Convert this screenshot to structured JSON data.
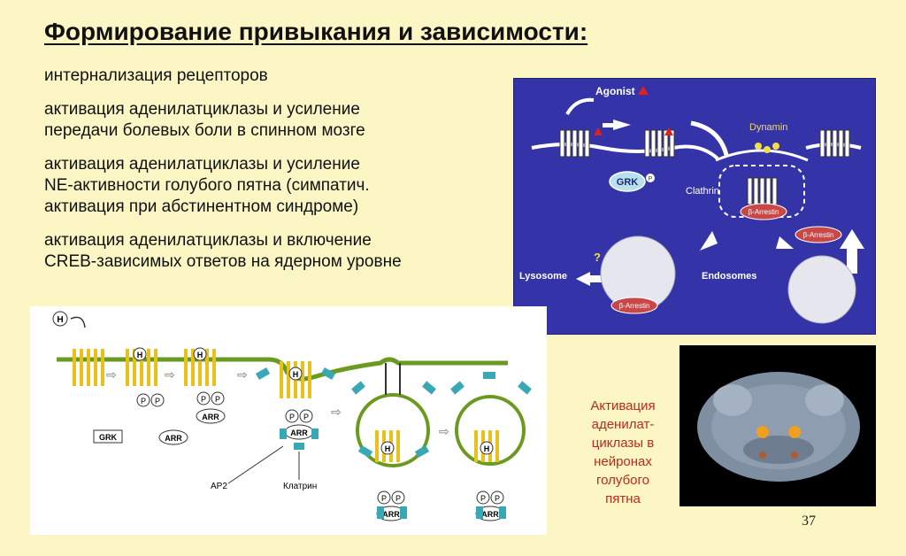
{
  "slide": {
    "title": "Формирование привыкания и зависимости:",
    "bullets": [
      {
        "lines": [
          "интернализация рецепторов"
        ]
      },
      {
        "lines": [
          "активация аденилатциклазы и усиление",
          "передачи болевых боли в спинном мозге"
        ]
      },
      {
        "lines": [
          "активация аденилатциклазы и усиление",
          "NE-активности голубого пятна (симпатич.",
          "активация при абстинентном синдроме)"
        ]
      },
      {
        "lines": [
          "активация аденилатциклазы и включение",
          "CREB-зависимых ответов на ядерном уровне"
        ]
      }
    ],
    "caption_lines": [
      "Активация",
      "аденилат-",
      "циклазы в",
      "нейронах",
      "голубого",
      "пятна"
    ],
    "page_number": "37"
  },
  "diagram_top": {
    "agonist": "Agonist",
    "dynamin": "Dynamin",
    "grk": "GRK",
    "clathrin": "Clathrin",
    "arrestin": "β-Arrestin",
    "lysosome": "Lysosome",
    "endosomes": "Endosomes",
    "question": "?",
    "p": "P"
  },
  "diagram_bottom": {
    "h": "H",
    "p": "P",
    "arr": "ARR",
    "grk": "GRK",
    "ap2": "AP2",
    "clathrin": "Клатрин"
  },
  "colors": {
    "background": "#fbf6c4",
    "top_panel": "#3433a8",
    "membrane": "#6a9a20",
    "receptor": "#e8c21a",
    "clathrin": "#38a8b4",
    "caption": "#c0281c"
  }
}
